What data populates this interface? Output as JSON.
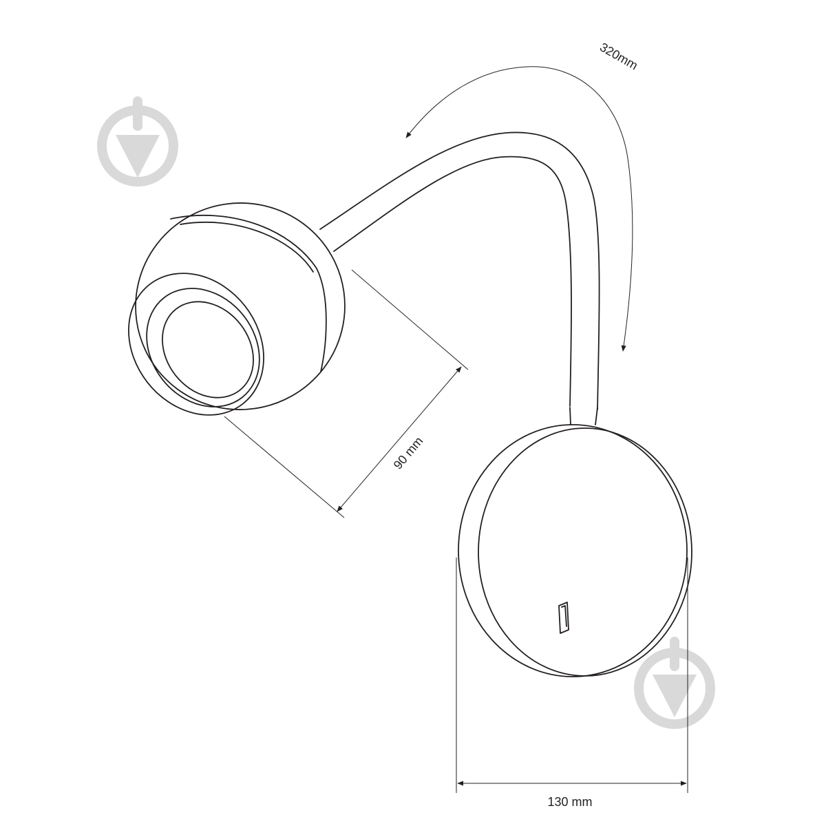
{
  "dimensions": {
    "arm_length": "320mm",
    "head_diameter": "90 mm",
    "base_diameter": "130 mm"
  },
  "colors": {
    "line": "#231f20",
    "watermark": "#d9d9d9",
    "background": "#ffffff"
  },
  "icons": {
    "watermark": "download-logo-icon",
    "switch": "toggle-switch-icon"
  }
}
